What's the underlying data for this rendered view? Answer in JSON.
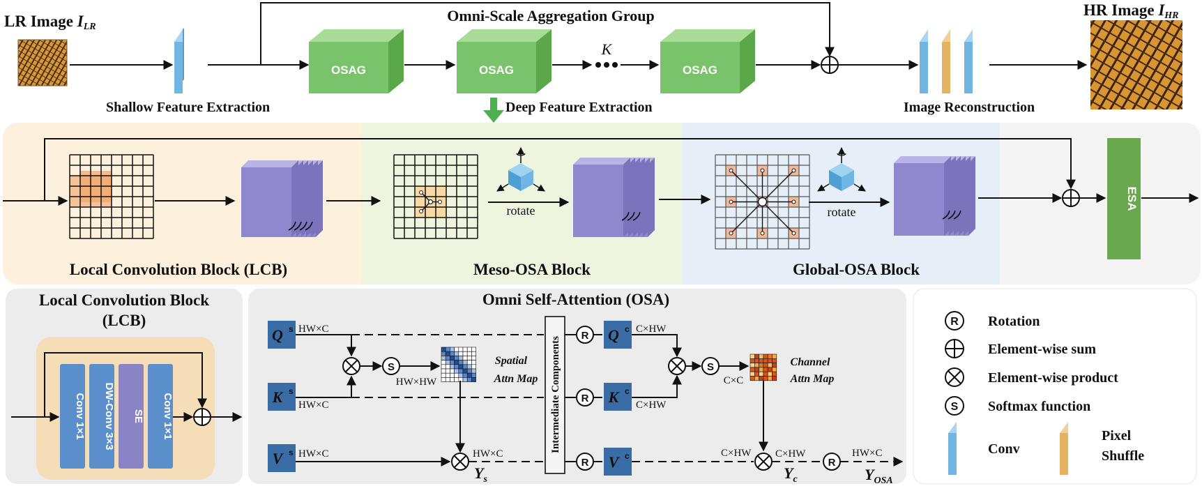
{
  "top": {
    "lr_label": "LR Image",
    "lr_sub": "LR",
    "hr_label": "HR Image",
    "hr_sub": "HR",
    "italic_i": "I",
    "group_title": "Omni-Scale Aggregation Group",
    "osag": "OSAG",
    "k": "K",
    "shallow": "Shallow Feature Extraction",
    "deep": "Deep Feature Extraction",
    "recon": "Image Reconstruction"
  },
  "middle": {
    "lcb_title": "Local Convolution Block (LCB)",
    "meso_title": "Meso-OSA Block",
    "global_title": "Global-OSA Block",
    "rotate": "rotate",
    "esa": "ESA"
  },
  "lcb_detail": {
    "title1": "Local Convolution Block",
    "title2": "(LCB)",
    "blocks": [
      "Conv 1×1",
      "DW-Conv 3×3",
      "SE",
      "Conv 1×1"
    ]
  },
  "osa": {
    "title": "Omni Self-Attention (OSA)",
    "q": "Q",
    "k": "K",
    "v": "V",
    "s": "s",
    "c": "c",
    "hwc": "HW×C",
    "hwhw": "HW×HW",
    "chw": "C×HW",
    "cc": "C×C",
    "spatial1": "Spatial",
    "spatial2": "Attn Map",
    "channel1": "Channel",
    "channel2": "Attn Map",
    "intermediate": "Intermediate Components",
    "y": "Y",
    "ys": "s",
    "yc": "c",
    "yosa": "OSA",
    "r": "R",
    "smax": "S"
  },
  "legend": {
    "rotation": "Rotation",
    "sum": "Element-wise sum",
    "product": "Element-wise product",
    "softmax": "Softmax function",
    "conv": "Conv",
    "pixel": "Pixel",
    "shuffle": "Shuffle"
  },
  "colors": {
    "osag_front": "#79c36a",
    "conv_blue": "#72b5e2",
    "pixel_yellow": "#e3b35f",
    "esa_green": "#6aa84f",
    "lcb_bg": "#fdf0dc",
    "meso_bg": "#eef5df",
    "global_bg": "#e6eff7",
    "block_blue": "#5b8fcb",
    "block_purple": "#8a84c4",
    "qkv_blue": "#3a6da5",
    "lcb_title": "#b05c5c",
    "meso_title": "#4f8d2a",
    "global_title": "#4d74a8"
  }
}
